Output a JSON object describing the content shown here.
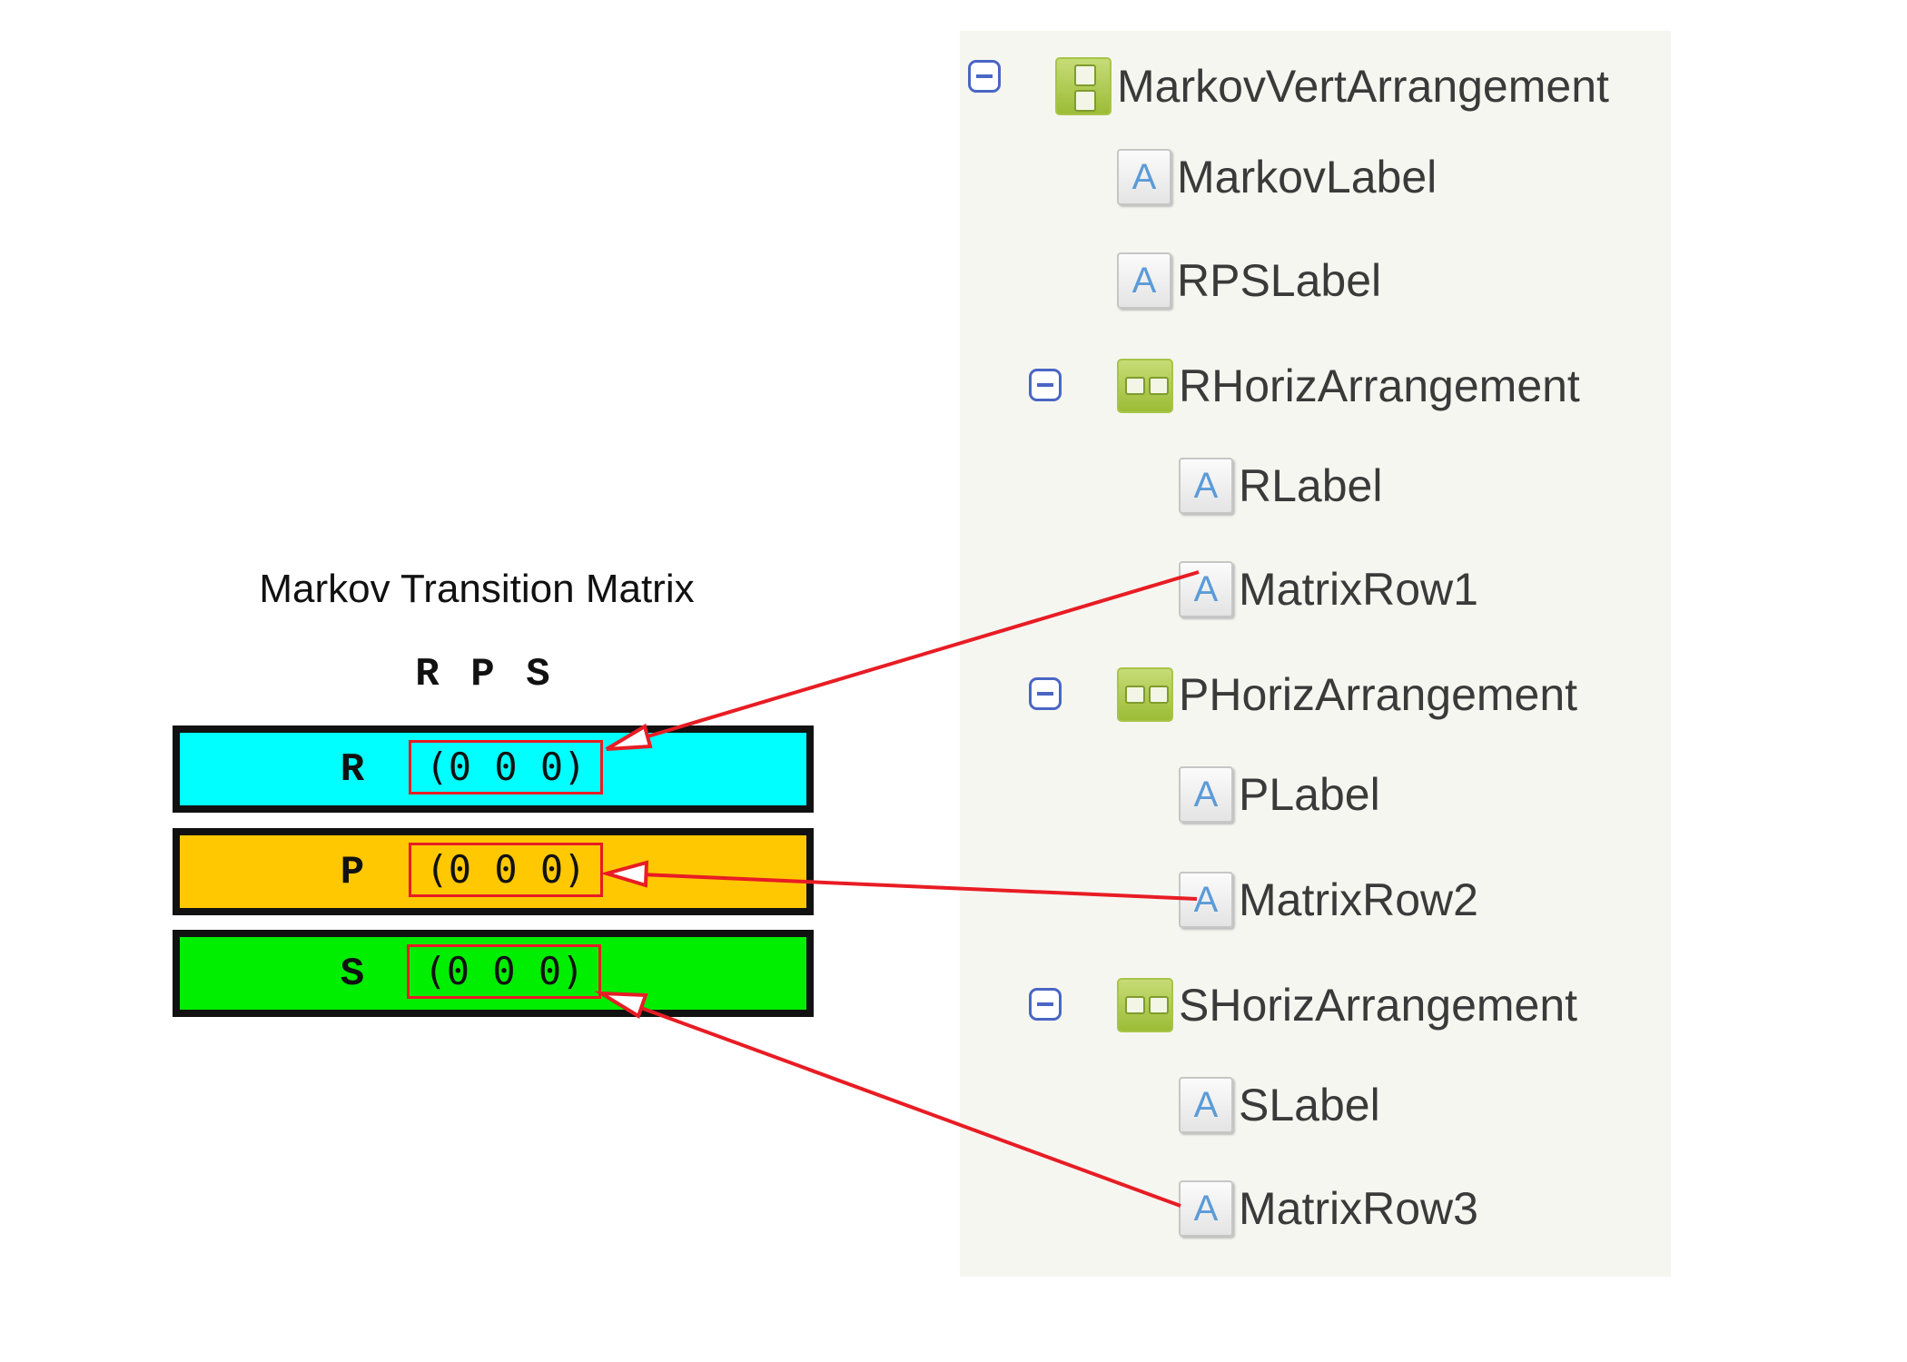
{
  "matrix": {
    "title": "Markov Transition Matrix",
    "column_headers": [
      "R",
      "P",
      "S"
    ],
    "rows": [
      {
        "letter": "R",
        "values": "(0 0 0)",
        "color": "#00ffff"
      },
      {
        "letter": "P",
        "values": "(0 0 0)",
        "color": "#ffc800"
      },
      {
        "letter": "S",
        "values": "(0 0 0)",
        "color": "#00ee00"
      }
    ]
  },
  "tree": {
    "nodes": [
      {
        "label": "MarkovVertArrangement",
        "icon": "vertical-arrangement-icon",
        "collapsible": true
      },
      {
        "label": "MarkovLabel",
        "icon": "label-icon"
      },
      {
        "label": "RPSLabel",
        "icon": "label-icon"
      },
      {
        "label": "RHorizArrangement",
        "icon": "horizontal-arrangement-icon",
        "collapsible": true
      },
      {
        "label": "RLabel",
        "icon": "label-icon"
      },
      {
        "label": "MatrixRow1",
        "icon": "label-icon"
      },
      {
        "label": "PHorizArrangement",
        "icon": "horizontal-arrangement-icon",
        "collapsible": true
      },
      {
        "label": "PLabel",
        "icon": "label-icon"
      },
      {
        "label": "MatrixRow2",
        "icon": "label-icon"
      },
      {
        "label": "SHorizArrangement",
        "icon": "horizontal-arrangement-icon",
        "collapsible": true
      },
      {
        "label": "SLabel",
        "icon": "label-icon"
      },
      {
        "label": "MatrixRow3",
        "icon": "label-icon"
      }
    ],
    "label_icon_glyph": "A"
  },
  "colors": {
    "arrow": "#e81c24",
    "toggle": "#4a66c4",
    "tree_background": "#f6f6f1"
  }
}
